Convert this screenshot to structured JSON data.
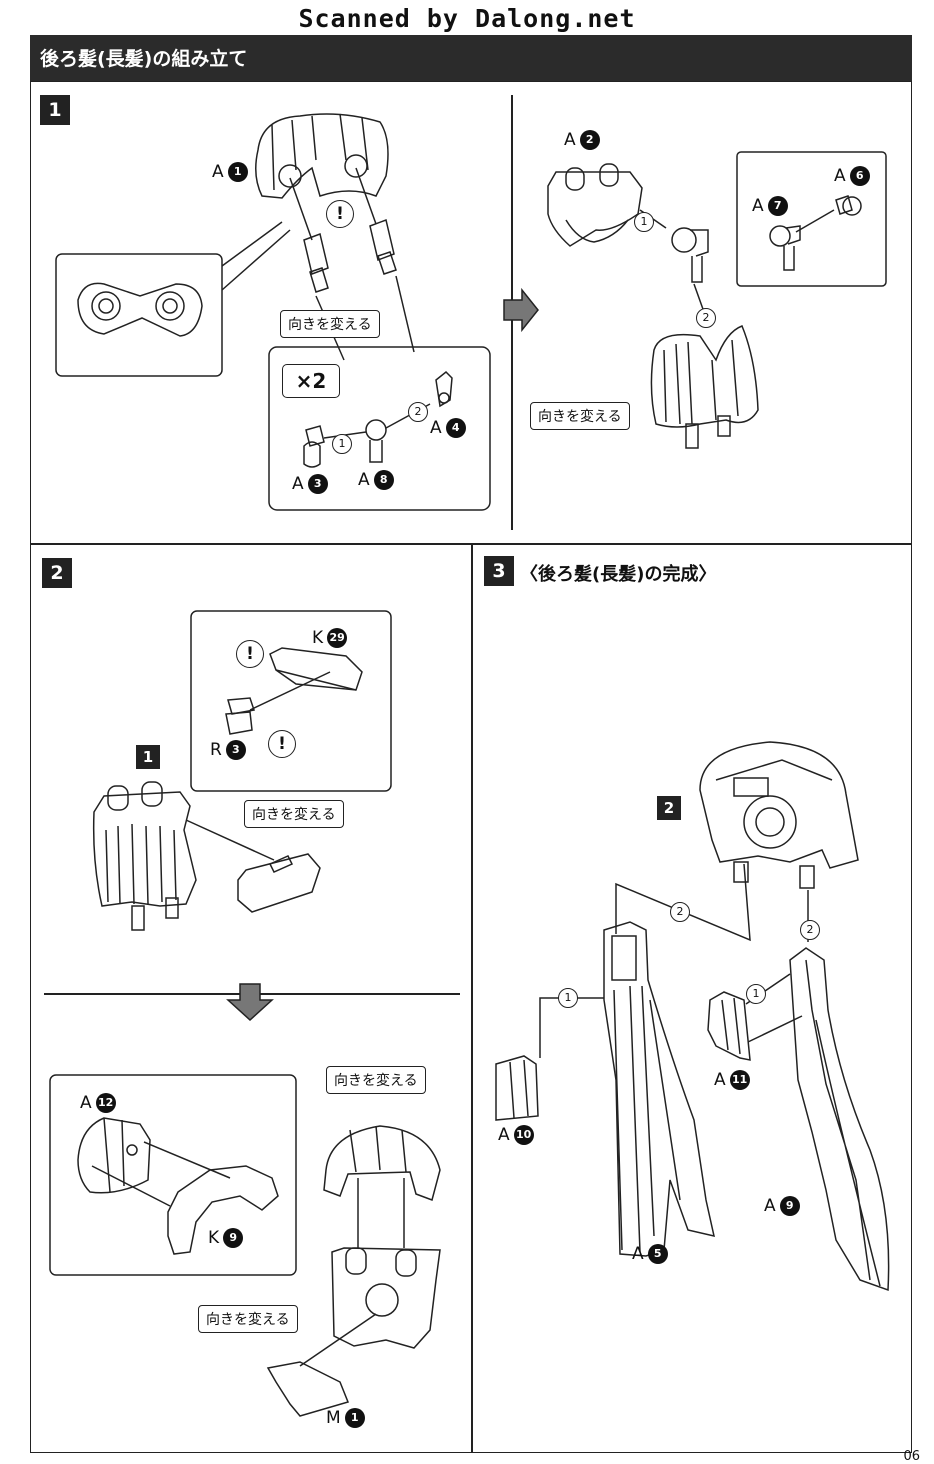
{
  "scan_credit": "Scanned by Dalong.net",
  "page_title": "後ろ髪(長髪)の組み立て",
  "page_number": "06",
  "steps": {
    "s1": {
      "number": "1"
    },
    "s2": {
      "number": "2",
      "sub_number": "1"
    },
    "s3": {
      "number": "3",
      "title": "〈後ろ髪(長髪)の完成〉",
      "sub_number": "2"
    }
  },
  "labels": {
    "change_direction": "向きを変える",
    "times_two": "×2",
    "warning": "!"
  },
  "parts": {
    "a1": {
      "letter": "A",
      "num": "1"
    },
    "a2": {
      "letter": "A",
      "num": "2"
    },
    "a3": {
      "letter": "A",
      "num": "3"
    },
    "a4": {
      "letter": "A",
      "num": "4"
    },
    "a5": {
      "letter": "A",
      "num": "5"
    },
    "a6": {
      "letter": "A",
      "num": "6"
    },
    "a7": {
      "letter": "A",
      "num": "7"
    },
    "a8": {
      "letter": "A",
      "num": "8"
    },
    "a9": {
      "letter": "A",
      "num": "9"
    },
    "a10": {
      "letter": "A",
      "num": "10"
    },
    "a11": {
      "letter": "A",
      "num": "11"
    },
    "a12": {
      "letter": "A",
      "num": "12"
    },
    "k29": {
      "letter": "K",
      "num": "29"
    },
    "k9": {
      "letter": "K",
      "num": "9"
    },
    "r3": {
      "letter": "R",
      "num": "3"
    },
    "m1": {
      "letter": "M",
      "num": "1"
    }
  },
  "order": {
    "one": "1",
    "two": "2"
  }
}
